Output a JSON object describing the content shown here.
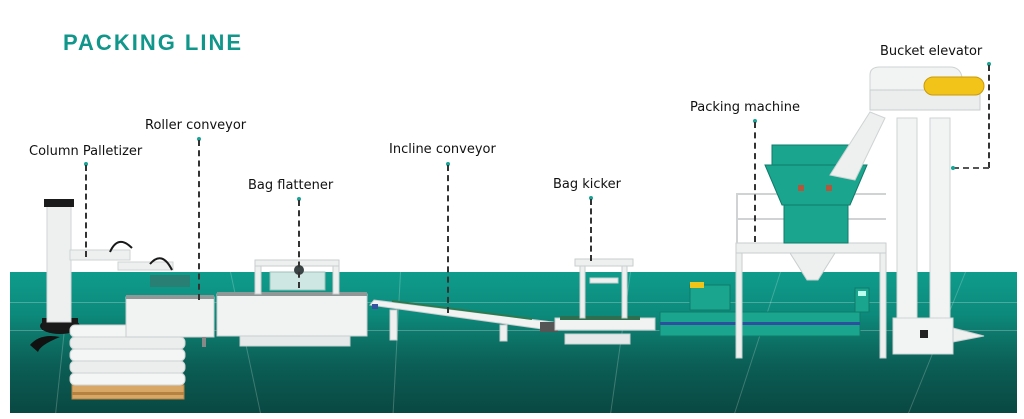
{
  "title": "PACKING LINE",
  "colors": {
    "title": "#10968a",
    "floor_top": "#0f9c8c",
    "floor_bottom": "#094842",
    "machine_teal": "#1aa58f",
    "machine_white": "#eef0f0",
    "elevator_cap": "#f2c419",
    "pallet": "#d9a765",
    "leader_dot": "#14a596"
  },
  "labels": [
    {
      "id": "column-palletizer",
      "text": "Column Palletizer",
      "icon": "column-palletizer"
    },
    {
      "id": "roller-conveyor",
      "text": "Roller conveyor",
      "icon": "roller-conveyor"
    },
    {
      "id": "bag-flattener",
      "text": "Bag flattener",
      "icon": "bag-flattener"
    },
    {
      "id": "incline-conveyor",
      "text": "Incline conveyor",
      "icon": "incline-conveyor"
    },
    {
      "id": "bag-kicker",
      "text": "Bag kicker",
      "icon": "bag-kicker"
    },
    {
      "id": "packing-machine",
      "text": "Packing machine",
      "icon": "packing-machine"
    },
    {
      "id": "bucket-elevator",
      "text": "Bucket elevator",
      "icon": "bucket-elevator"
    }
  ]
}
